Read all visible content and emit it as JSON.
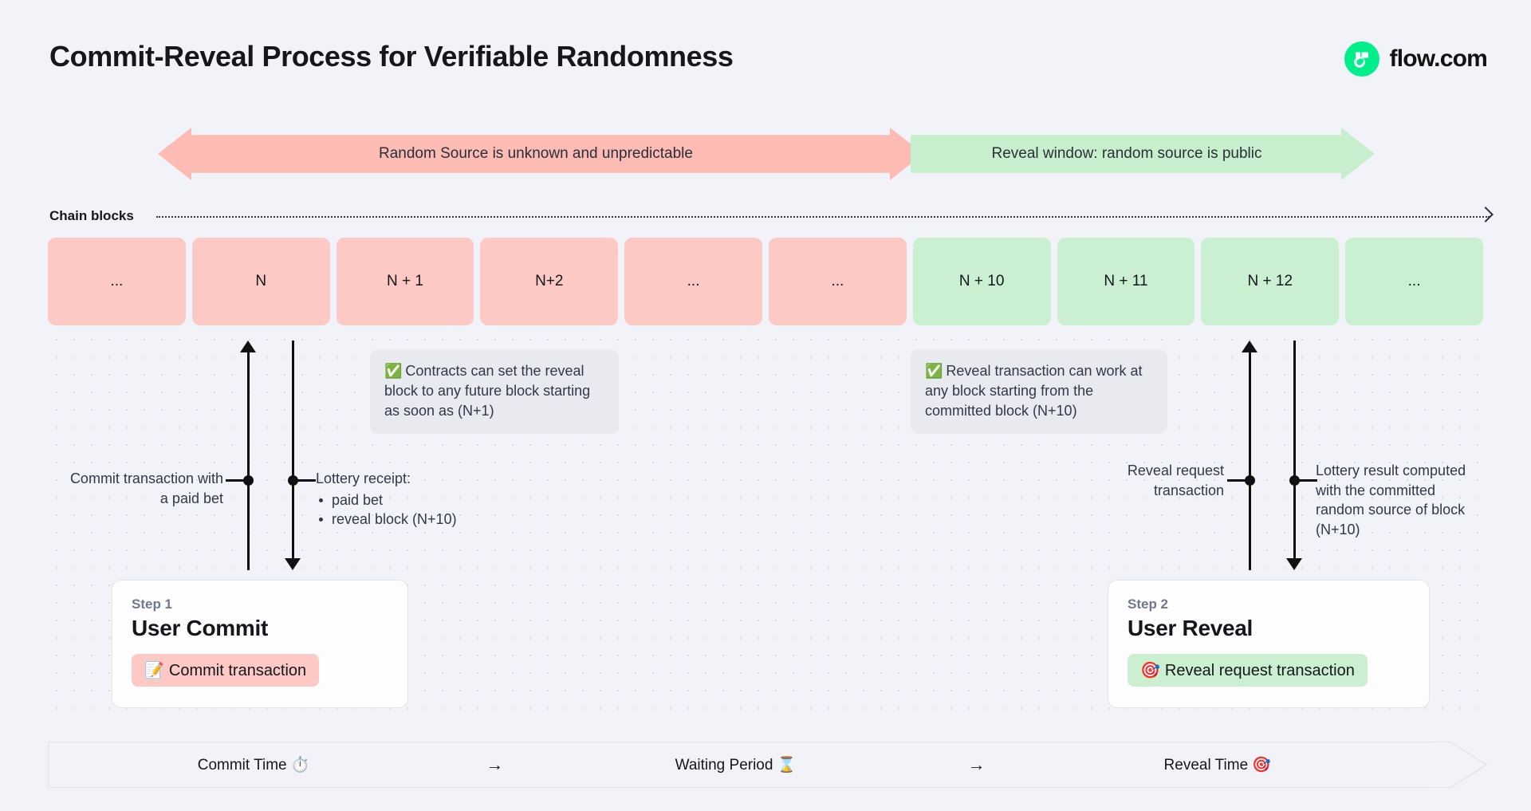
{
  "header": {
    "title": "Commit-Reveal Process for Verifiable Randomness",
    "brand_name": "flow.com",
    "brand_icon": "flow-logo-icon",
    "brand_color": "#00EF8B"
  },
  "phases": [
    {
      "id": "unknown-phase",
      "label": "Random Source is unknown and unpredictable",
      "color": "#FCBCB4",
      "direction": "double"
    },
    {
      "id": "reveal-phase",
      "label": "Reveal window: random source is public",
      "color": "#C7EFCE",
      "direction": "right"
    }
  ],
  "chain": {
    "label": "Chain blocks",
    "blocks": [
      {
        "label": "...",
        "state": "red"
      },
      {
        "label": "N",
        "state": "red"
      },
      {
        "label": "N + 1",
        "state": "red"
      },
      {
        "label": "N+2",
        "state": "red"
      },
      {
        "label": "...",
        "state": "red"
      },
      {
        "label": "...",
        "state": "red"
      },
      {
        "label": "N + 10",
        "state": "green"
      },
      {
        "label": "N + 11",
        "state": "green"
      },
      {
        "label": "N + 12",
        "state": "green"
      },
      {
        "label": "...",
        "state": "green"
      }
    ],
    "red_color": "#FCC9C4",
    "green_color": "#CAEFD1"
  },
  "callouts": [
    {
      "id": "contracts-note",
      "icon": "check-mark-button-emoji",
      "emoji": "✅",
      "text": "Contracts can set the reveal block to any future block starting as soon as (N+1)"
    },
    {
      "id": "reveal-note",
      "icon": "check-mark-button-emoji",
      "emoji": "✅",
      "text": "Reveal transaction can work at any block starting from the committed block (N+10)"
    }
  ],
  "annotations": {
    "commit_transaction": "Commit transaction with a paid bet",
    "lottery_receipt_title": "Lottery receipt:",
    "lottery_receipt_items": [
      "paid bet",
      "reveal block (N+10)"
    ],
    "reveal_request": "Reveal request transaction",
    "lottery_result": "Lottery result computed with the committed random source of block (N+10)"
  },
  "steps": [
    {
      "id": "step-1",
      "kicker": "Step 1",
      "title": "User Commit",
      "pill_label": "Commit transaction",
      "pill_emoji": "📝",
      "pill_icon": "memo-emoji",
      "pill_color": "#FCC9C4"
    },
    {
      "id": "step-2",
      "kicker": "Step 2",
      "title": "User Reveal",
      "pill_label": "Reveal request transaction",
      "pill_emoji": "🎯",
      "pill_icon": "direct-hit-emoji",
      "pill_color": "#CAEFD1"
    }
  ],
  "timeline": {
    "segments": [
      {
        "label": "Commit Time ⏱️",
        "icon": "stopwatch-emoji"
      },
      {
        "label": "Waiting Period ⌛",
        "icon": "hourglass-emoji"
      },
      {
        "label": "Reveal Time 🎯",
        "icon": "direct-hit-emoji"
      }
    ],
    "arrow": "→"
  }
}
